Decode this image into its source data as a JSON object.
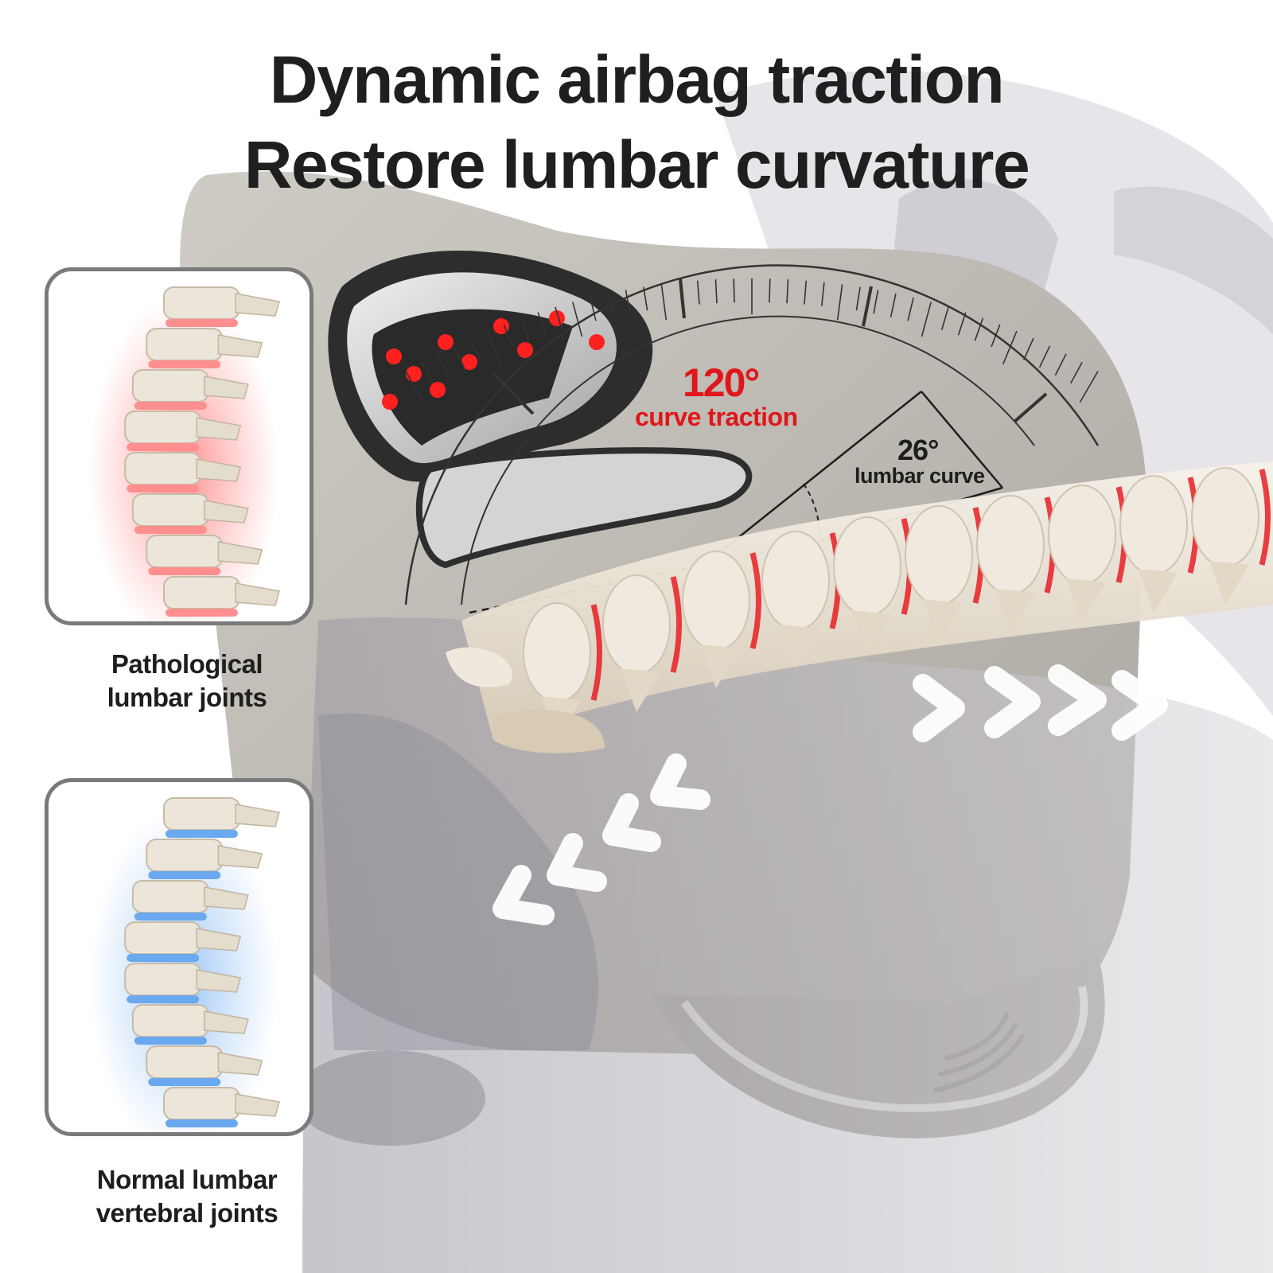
{
  "headline": {
    "line1": "Dynamic airbag traction",
    "line2": "Restore lumbar curvature"
  },
  "traction_angle": {
    "value": "120°",
    "label": "curve traction"
  },
  "lumbar_angle": {
    "value": "26°",
    "label": "lumbar curve"
  },
  "panels": {
    "pathological": {
      "caption_line1": "Pathological",
      "caption_line2": "lumbar joints",
      "highlight_color": "#ff5a5a"
    },
    "normal": {
      "caption_line1": "Normal lumbar",
      "caption_line2": "vertebral joints",
      "highlight_color": "#6aa8ef"
    }
  },
  "colors": {
    "accent_red": "#e0161b",
    "text_dark": "#1e1e1e",
    "device_gray": "#b9b6b1"
  }
}
